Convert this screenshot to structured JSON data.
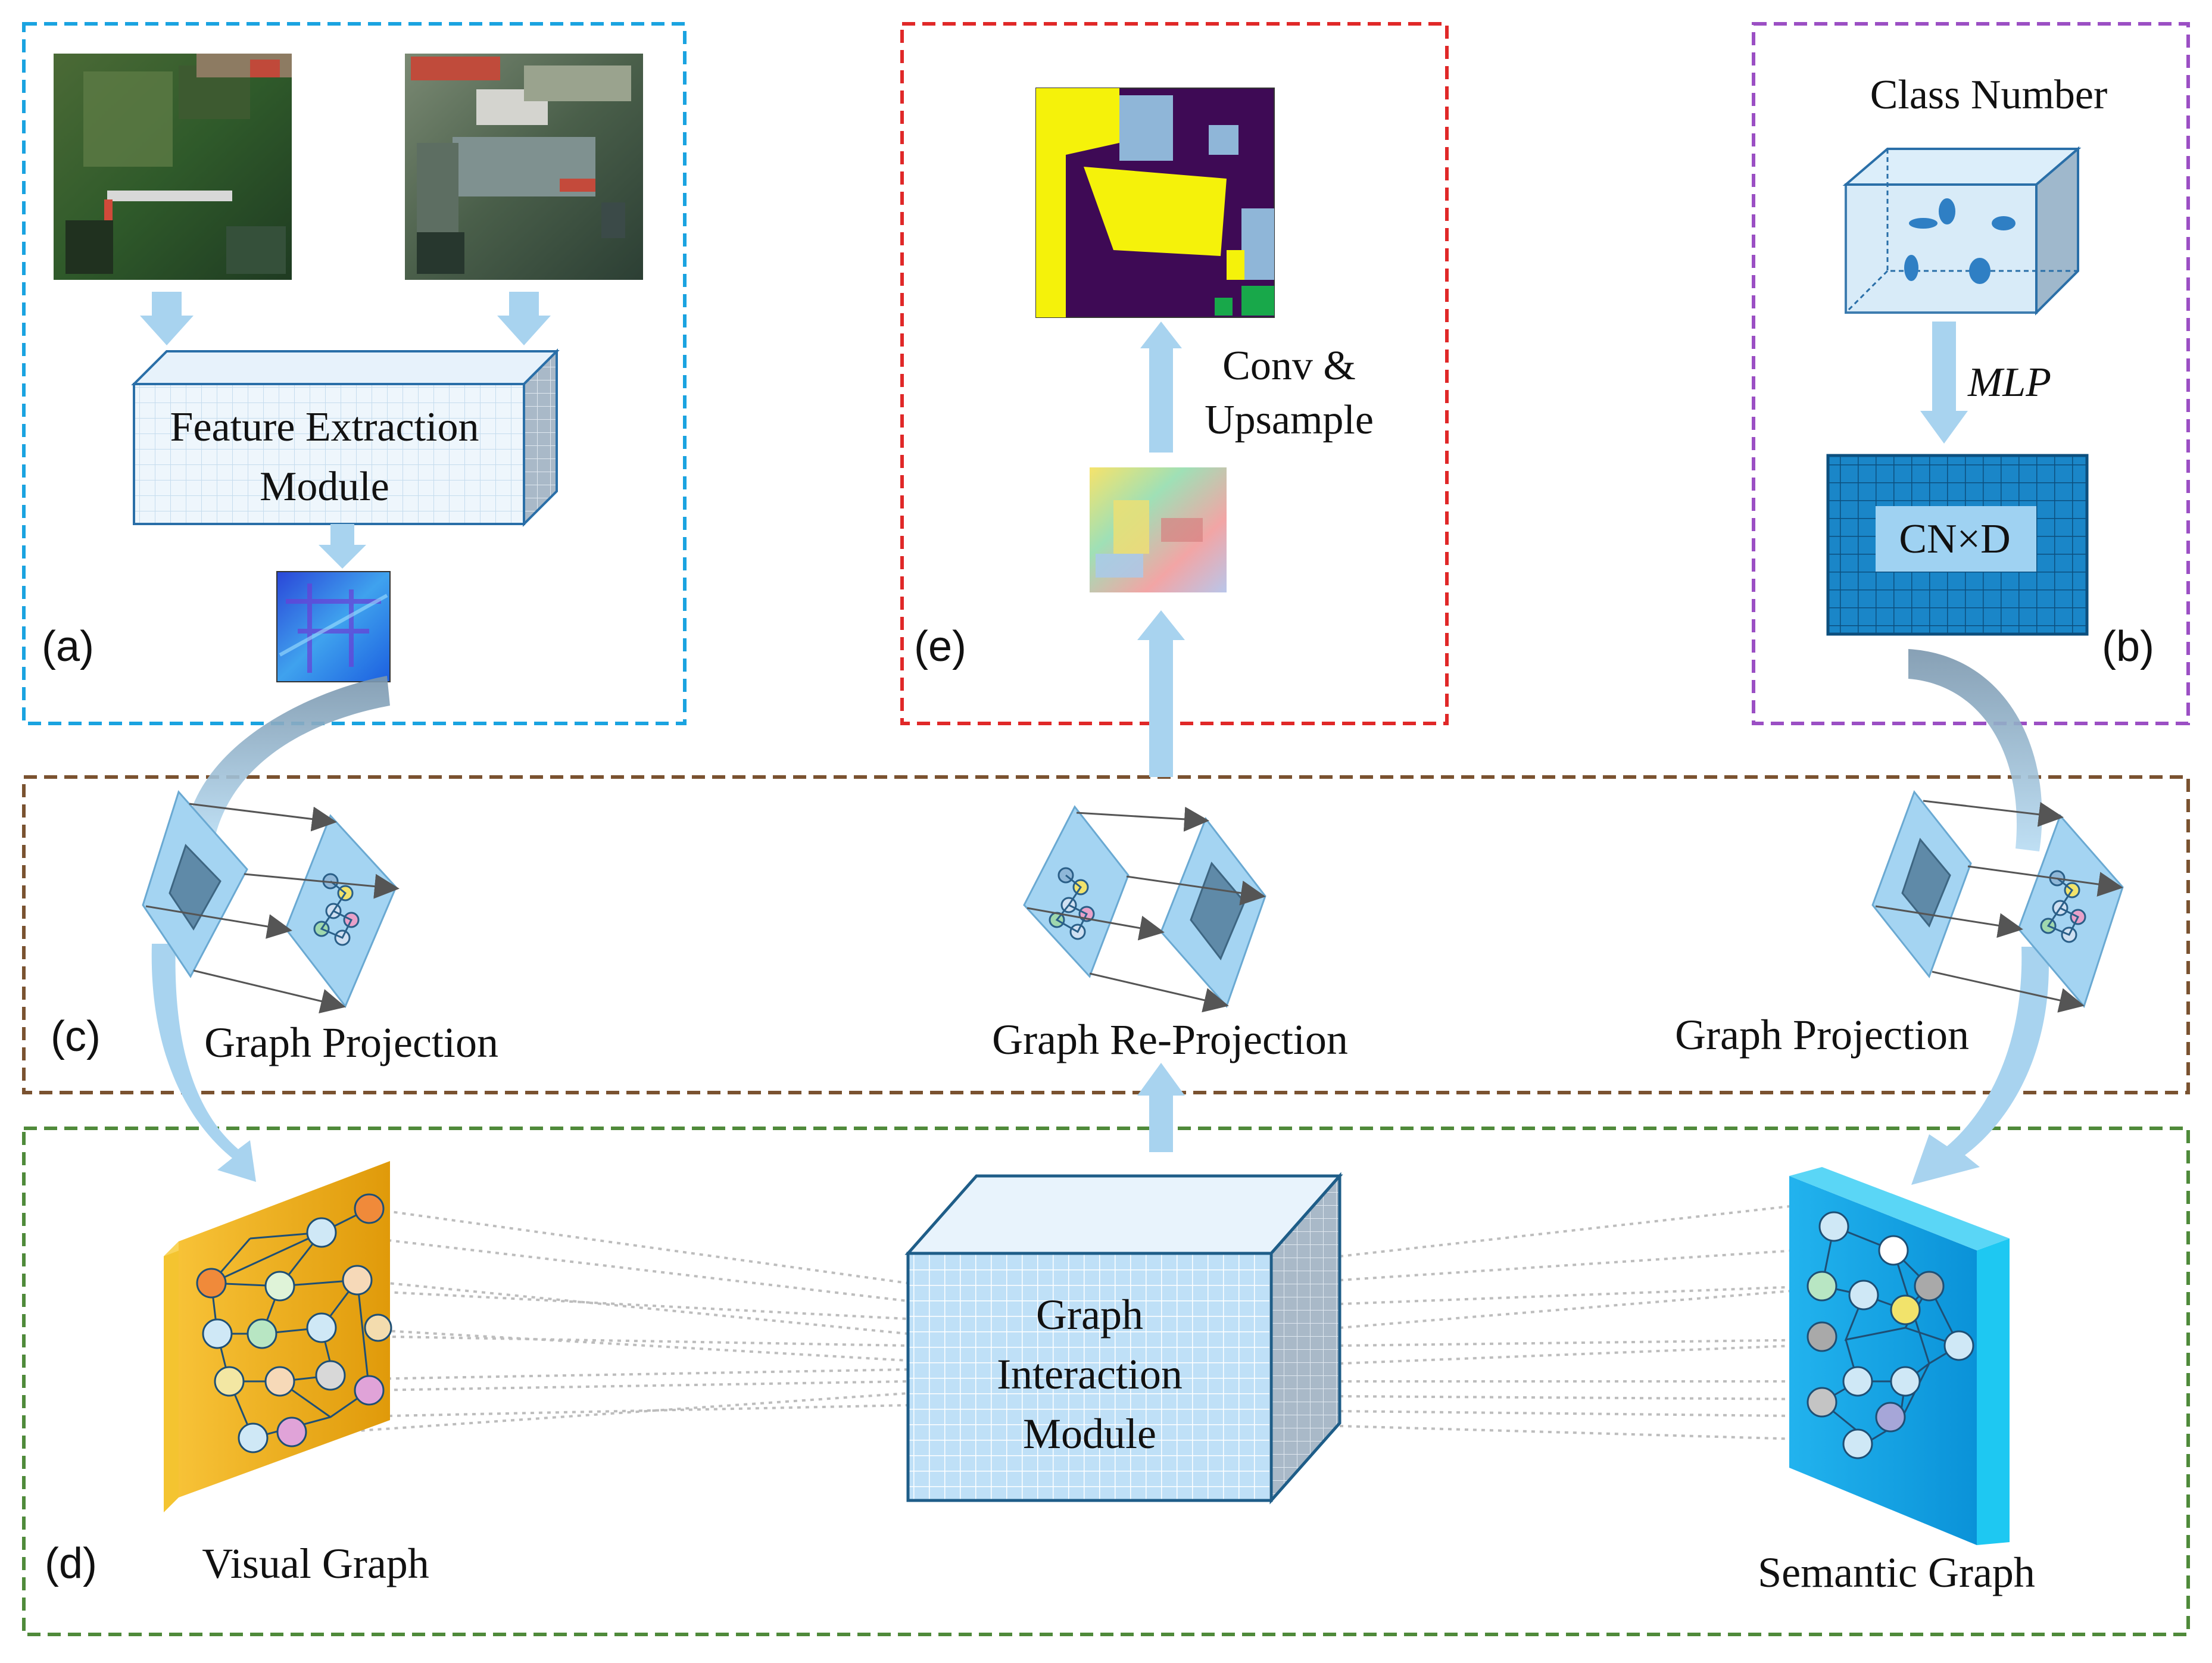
{
  "panels": {
    "a": {
      "tag": "(a)",
      "box_title": "Feature Extraction",
      "box_title_2": "Module"
    },
    "e": {
      "tag": "(e)",
      "op_line_1": "Conv &",
      "op_line_2": "Upsample"
    },
    "b": {
      "tag": "(b)",
      "title": "Class Number",
      "mlp": "MLP",
      "matrix": "CN×D"
    },
    "c": {
      "tag": "(c)",
      "left": "Graph Projection",
      "center": "Graph Re-Projection",
      "right": "Graph Projection"
    },
    "d": {
      "tag": "(d)",
      "visual": "Visual Graph",
      "semantic": "Semantic Graph",
      "module_1": "Graph",
      "module_2": "Interaction",
      "module_3": "Module"
    }
  },
  "colors": {
    "panel_a_border": "#1aa3e0",
    "panel_e_border": "#e02828",
    "panel_b_border": "#9b4fc4",
    "panel_c_border": "#7a5230",
    "panel_d_border": "#4f8a3a",
    "flow_arrow": "#a8d3ef",
    "visual_graph": "#f2b21a",
    "semantic_graph": "#1fb5ef"
  }
}
